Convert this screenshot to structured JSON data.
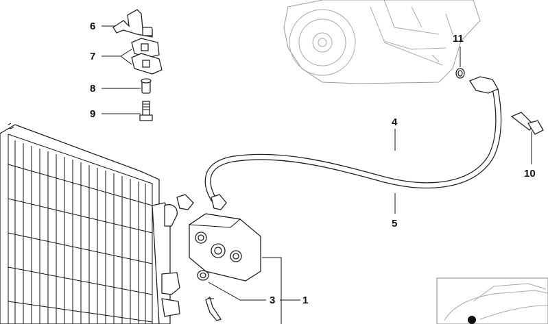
{
  "callouts": [
    {
      "id": "c1",
      "text": "1"
    },
    {
      "id": "c3",
      "text": "3"
    },
    {
      "id": "c4",
      "text": "4"
    },
    {
      "id": "c5",
      "text": "5"
    },
    {
      "id": "c6",
      "text": "6"
    },
    {
      "id": "c7",
      "text": "7"
    },
    {
      "id": "c8",
      "text": "8"
    },
    {
      "id": "c9",
      "text": "9"
    },
    {
      "id": "c10",
      "text": "10"
    },
    {
      "id": "c11",
      "text": "11"
    }
  ]
}
